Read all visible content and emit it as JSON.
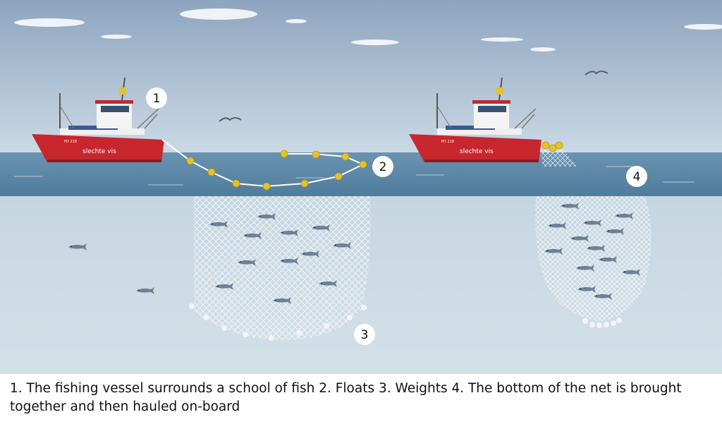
{
  "markers": [
    "1",
    "2",
    "3",
    "4"
  ],
  "vessel_name": "slechte vis",
  "vessel_reg": "PD 218",
  "caption": "1. The fishing vessel surrounds a school of fish 2. Floats 3. Weights 4. The bottom of the net is brought together and then hauled on-board",
  "colors": {
    "sky_top": "#8fa6c0",
    "sky_bottom": "#c9d8e6",
    "sea_surface": "#5c87a6",
    "underwater": "#cad9e3",
    "hull": "#c8262d",
    "float": "#e4c22a",
    "net": "#ffffff"
  }
}
